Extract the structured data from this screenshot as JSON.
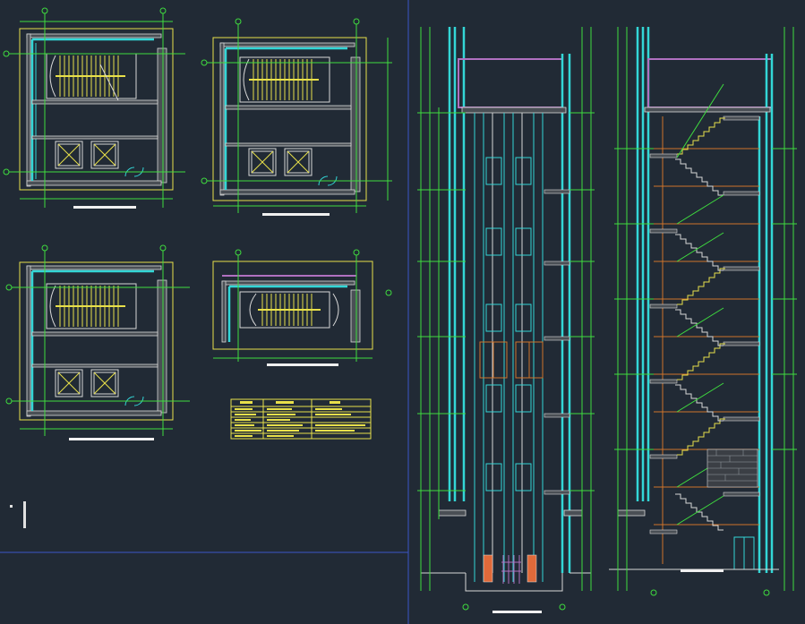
{
  "colors": {
    "background": "#212a35",
    "wall_outline": "#d8d8d8",
    "cyan": "#33d6d6",
    "green": "#3fdc3f",
    "yellow": "#e8e04a",
    "magenta": "#b070c0",
    "orange": "#d0742a",
    "red": "#e05050",
    "blue_border": "#3a56c8"
  },
  "drawing": {
    "plan_views_count": 4,
    "section_views_count": 2,
    "has_legend_table": true,
    "elevator_cars_per_plan": 2
  }
}
